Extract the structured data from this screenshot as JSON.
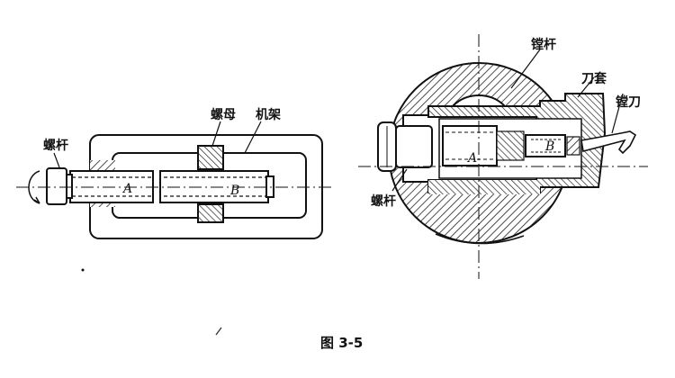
{
  "left_figure": {
    "label_screw": "螺杆",
    "label_nut": "螺母",
    "label_frame": "机架",
    "mark_a": "A",
    "mark_b": "B"
  },
  "right_figure": {
    "label_boring_bar": "镗杆",
    "label_tool_sleeve": "刀套",
    "label_boring_tool": "镗刀",
    "label_screw": "螺杆",
    "mark_a": "A",
    "mark_b": "B"
  },
  "caption": "图 3-5"
}
